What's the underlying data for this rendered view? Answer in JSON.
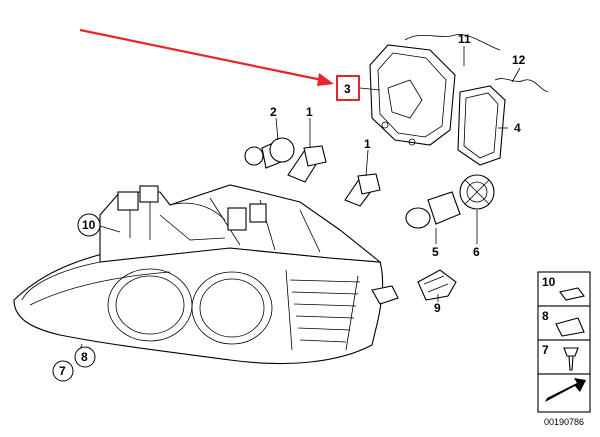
{
  "parts": [
    {
      "id": "label-11",
      "text": "11"
    },
    {
      "id": "label-12",
      "text": "12"
    },
    {
      "id": "label-3",
      "text": "3"
    },
    {
      "id": "label-4",
      "text": "4"
    },
    {
      "id": "label-2",
      "text": "2"
    },
    {
      "id": "label-1a",
      "text": "1"
    },
    {
      "id": "label-1b",
      "text": "1"
    },
    {
      "id": "label-10",
      "text": "10"
    },
    {
      "id": "label-5",
      "text": "5"
    },
    {
      "id": "label-6",
      "text": "6"
    },
    {
      "id": "label-9",
      "text": "9"
    },
    {
      "id": "label-7",
      "text": "7"
    },
    {
      "id": "label-8",
      "text": "8"
    }
  ],
  "legend": [
    {
      "text": "10"
    },
    {
      "text": "8"
    },
    {
      "text": "7"
    }
  ],
  "catalog_number": "00190786",
  "colors": {
    "highlight": "#e8242b",
    "line": "#000000"
  }
}
